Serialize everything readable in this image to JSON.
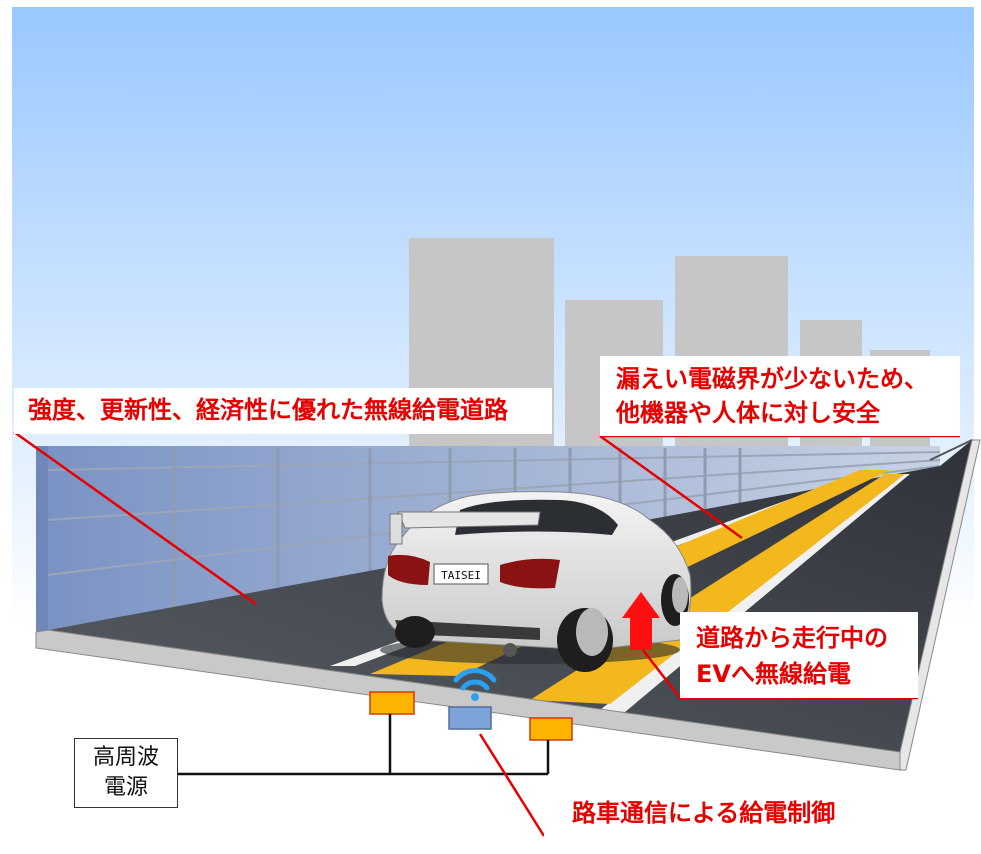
{
  "callouts": {
    "road_feature": "強度、更新性、経済性に優れた無線給電道路",
    "safety_line1": "漏えい電磁界が少ないため、",
    "safety_line2": "他機器や人体に対し安全",
    "charging_line1": "道路から走行中の",
    "charging_line2": "EVへ無線給電",
    "control": "路車通信による給電制御"
  },
  "power_supply": {
    "line1": "高周波",
    "line2": "電源"
  },
  "license_plate": "TAISEI",
  "colors": {
    "callout_text": "#e60000",
    "callout_line": "#e60000",
    "sky_top": "#99c8ff",
    "road": "#45494f",
    "lane_marking": "#f2b81d",
    "coil": "#ffb400",
    "comm_unit": "#7ea3d8",
    "wireless_icon": "#2aa0f0"
  }
}
